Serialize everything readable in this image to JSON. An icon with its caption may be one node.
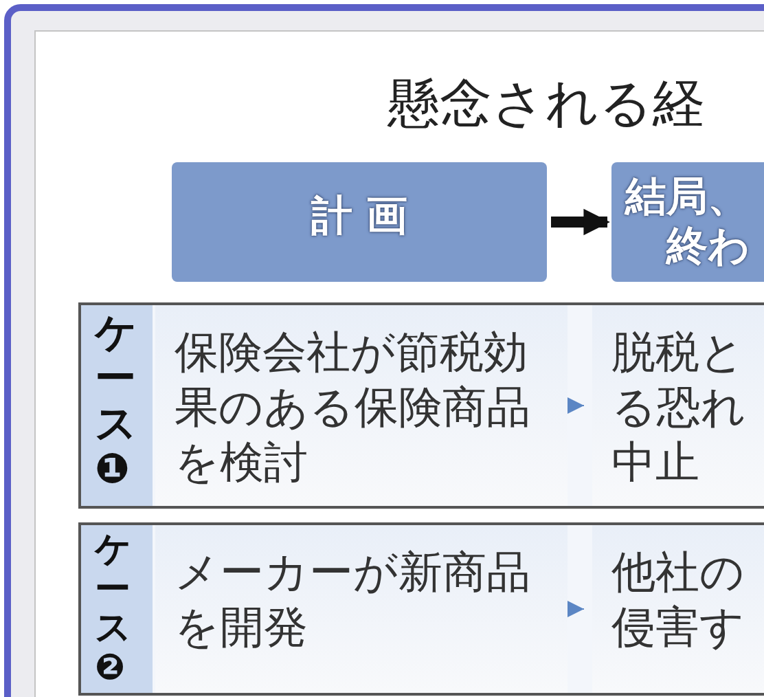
{
  "diagram": {
    "title": "懸念される経",
    "nodes": [
      {
        "text": [
          "計 画"
        ]
      },
      {
        "text": [
          "結局、",
          "終わ"
        ]
      },
      {
        "text": [
          "ケース❶"
        ]
      },
      {
        "text": [
          "保険会社が節税効果のある保険商品を検討"
        ],
        "in": 2
      },
      {
        "text": [
          "脱税と",
          "る恐れ",
          "中止"
        ],
        "in": 2
      },
      {
        "text": [
          "ケース❷"
        ]
      },
      {
        "text": [
          "メーカーが新商品を開発"
        ],
        "in": 5
      },
      {
        "text": [
          "他社の",
          "侵害す"
        ],
        "in": 5
      }
    ],
    "edges": [
      {
        "from": 0,
        "to": 1,
        "arrow": "to",
        "style": "thick",
        "color": "#111111"
      },
      {
        "from": 3,
        "to": 4,
        "arrow": "to"
      },
      {
        "from": 6,
        "to": 7,
        "arrow": "to"
      }
    ]
  }
}
